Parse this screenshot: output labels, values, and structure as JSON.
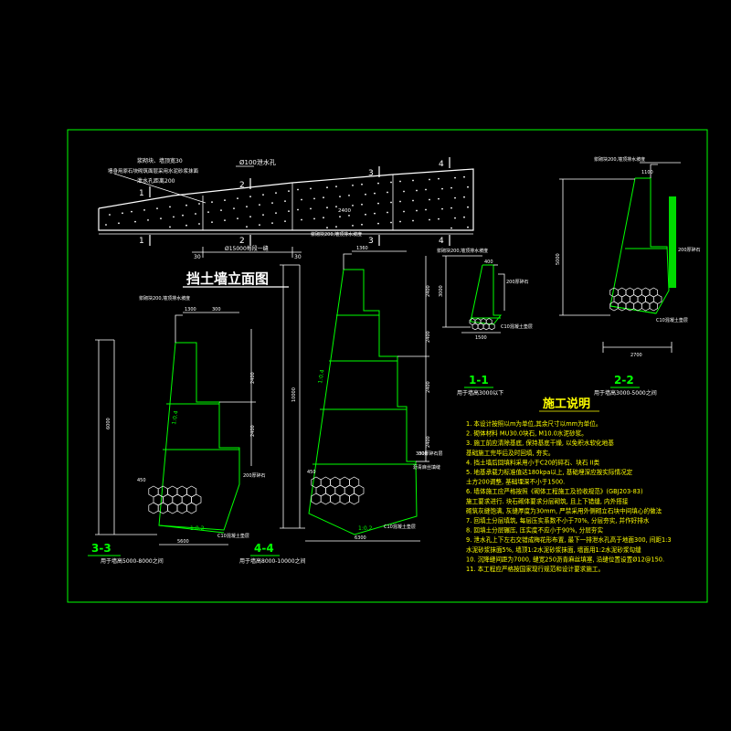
{
  "drawing": {
    "elevation_title": "挡土墙立面图",
    "elevation_top_notes": [
      "浆砌块、墙顶宽30",
      "墙身用原石块砌筑面层采用水泥砂浆抹面",
      "泄水孔距离200"
    ],
    "drain_label": "Ø100泄水孔",
    "elevation_dim_left": "30",
    "elevation_dim_mid": "Ø15000每段一缝",
    "elevation_dim_right": "30",
    "elevation_dim_top": "2400",
    "elevation_sec_top": [
      "1",
      "2",
      "3",
      "4"
    ],
    "elevation_sec_bottom": [
      "1",
      "2",
      "3",
      "4"
    ],
    "sec_3_3_label": "3-3",
    "sec_3_3_note": "用于墙高5000-8000之间",
    "sec_3_3_dims": [
      "1300",
      "300",
      "2400",
      "2400",
      "6000",
      "1:0.4",
      "1:0.2",
      "450",
      "5600"
    ],
    "sec_4_4_label": "4-4",
    "sec_4_4_note": "用于墙高8000-10000之间",
    "sec_4_4_dims": [
      "1360",
      "2400",
      "2400",
      "2400",
      "2400",
      "10000",
      "1:0.4",
      "1:0.2",
      "300",
      "6300",
      "450"
    ],
    "sec_1_1_label": "1-1",
    "sec_1_1_note": "用于墙高3000以下",
    "sec_1_1_dims": [
      "400",
      "3000",
      "1500"
    ],
    "sec_2_2_label": "2-2",
    "sec_2_2_note": "用于墙高3000-5000之间",
    "sec_2_2_dims": [
      "1100",
      "5000",
      "2700"
    ],
    "small_notes": [
      "浆砌块200,墙顶排水坡度",
      "C10混凝土垫层",
      "200厚碎石",
      "300厚碎石层",
      "沥青麻丝填缝"
    ],
    "notes_title": "施工说明",
    "notes": [
      "1. 本设计按照以m为单位,其余尺寸以mm为单位。",
      "2. 砌体材料 MU30.0块石, M10.0水泥砂浆。",
      "3. 施工前应清除基底, 保持基底干燥, 以免积水软化地基",
      "   基础施工完毕后及时回填, 夯实。",
      "4. 挡土墙后回填料采用小于C20的碎石、块石 II类",
      "5. 地基承载力标准值达180kpa以上, 基础埋深应按实际情况定",
      "   土方200调整, 基础埋深不小于1500.",
      "6. 墙体施工应严格按照《砌体工程施工及验收规范》(GBJ203-83)",
      "   施工要求进行. 块石砌体要求分层砌筑, 且上下错缝, 内外搭接",
      "   砌筑灰缝饱满, 灰缝厚度为30mm, 严禁采用外侧砌立石块中间填心的做法",
      "7. 回填土分层填筑, 每层压实系数不小于70%, 分层夯实, 并作好排水",
      "8. 回填土分层碾压, 压实度不应小于90%, 分层夯实",
      "9. 泄水孔上下左右交错成梅花形布置, 最下一排泄水孔高于地面300, 间距1:3",
      "   水泥砂浆抹面5%, 墙顶1:2水泥砂浆抹面, 墙面用1:2水泥砂浆勾缝",
      "10. 沉降缝间距为7000, 缝宽250沥青麻丝填塞, 沿缝位置设置Ø12@150.",
      "11. 本工程应严格按国家现行规范和设计要求施工。"
    ]
  }
}
